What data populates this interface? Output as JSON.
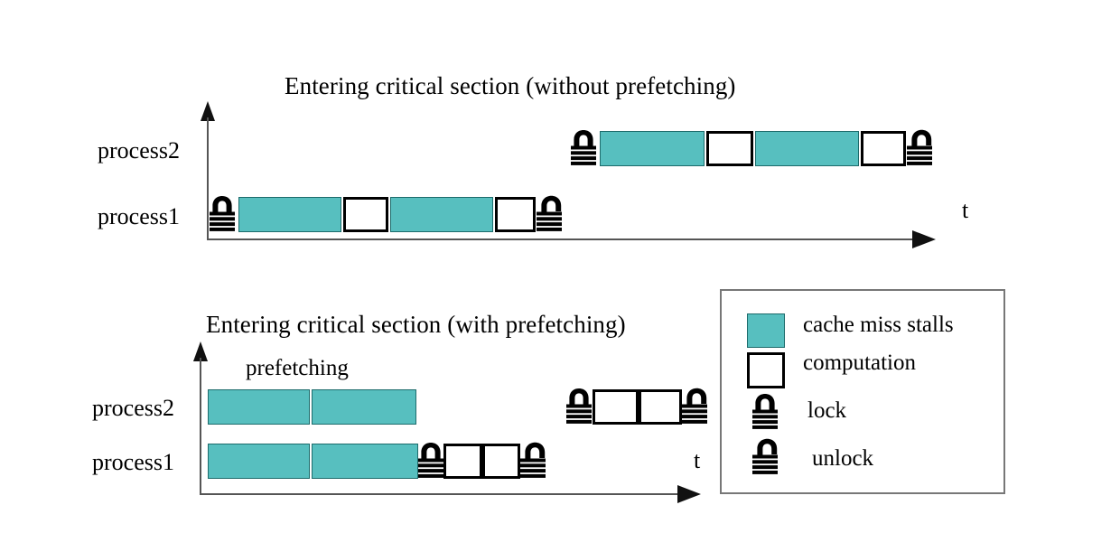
{
  "figure": {
    "title_top": "Entering critical section (without  prefetching)",
    "title_bottom": "Entering critical section (with  prefetching)",
    "annotation_prefetching": "prefetching",
    "time_axis_label": "t",
    "colors": {
      "stall": "#57BFBF",
      "stall_border": "#1D6B6B",
      "computation": "#FFFFFF",
      "outline": "#000000",
      "axis": "#555555",
      "legend_border": "#777777"
    }
  },
  "charts": [
    {
      "id": "without-prefetching",
      "title": "Entering critical section (without  prefetching)",
      "rows": [
        {
          "name": "process2",
          "label": "process2",
          "segments": [
            {
              "type": "lock",
              "name": "lock"
            },
            {
              "type": "stall",
              "name": "cache miss stalls"
            },
            {
              "type": "comp",
              "name": "computation"
            },
            {
              "type": "stall",
              "name": "cache miss stalls"
            },
            {
              "type": "comp",
              "name": "computation"
            },
            {
              "type": "unlock",
              "name": "unlock"
            }
          ]
        },
        {
          "name": "process1",
          "label": "process1",
          "segments": [
            {
              "type": "lock",
              "name": "lock"
            },
            {
              "type": "stall",
              "name": "cache miss stalls"
            },
            {
              "type": "comp",
              "name": "computation"
            },
            {
              "type": "stall",
              "name": "cache miss stalls"
            },
            {
              "type": "comp",
              "name": "computation"
            },
            {
              "type": "unlock",
              "name": "unlock"
            }
          ]
        }
      ]
    },
    {
      "id": "with-prefetching",
      "title": "Entering critical section (with  prefetching)",
      "annotation": "prefetching",
      "rows": [
        {
          "name": "process2",
          "label": "process2",
          "segments": [
            {
              "type": "stall",
              "name": "cache miss stalls"
            },
            {
              "type": "stall",
              "name": "cache miss stalls"
            },
            {
              "type": "lock",
              "name": "lock"
            },
            {
              "type": "comp",
              "name": "computation"
            },
            {
              "type": "comp",
              "name": "computation"
            },
            {
              "type": "unlock",
              "name": "unlock"
            }
          ]
        },
        {
          "name": "process1",
          "label": "process1",
          "segments": [
            {
              "type": "stall",
              "name": "cache miss stalls"
            },
            {
              "type": "stall",
              "name": "cache miss stalls"
            },
            {
              "type": "lock",
              "name": "lock"
            },
            {
              "type": "comp",
              "name": "computation"
            },
            {
              "type": "comp",
              "name": "computation"
            },
            {
              "type": "unlock",
              "name": "unlock"
            }
          ]
        }
      ]
    }
  ],
  "legend": {
    "items": [
      {
        "key": "stall",
        "icon": "teal-square-icon",
        "label": "cache miss stalls"
      },
      {
        "key": "comp",
        "icon": "white-square-icon",
        "label": "computation"
      },
      {
        "key": "lock",
        "icon": "lock-icon",
        "label": "lock"
      },
      {
        "key": "unlock",
        "icon": "unlock-icon",
        "label": "unlock"
      }
    ]
  },
  "labels": {
    "top_process2": "process2",
    "top_process1": "process1",
    "bottom_process2": "process2",
    "bottom_process1": "process1",
    "t_top": "t",
    "t_bottom": "t"
  }
}
